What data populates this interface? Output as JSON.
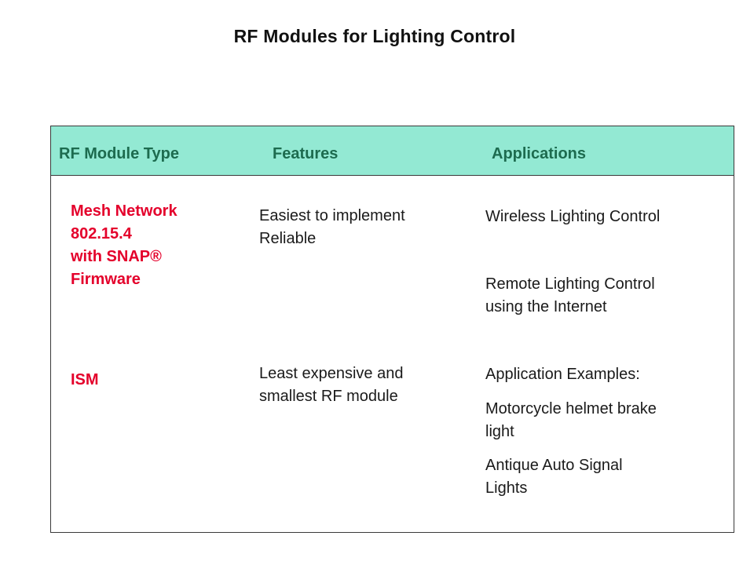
{
  "slide": {
    "title": "RF Modules for Lighting Control"
  },
  "table": {
    "headers": {
      "module_type": "RF Module Type",
      "features": "Features",
      "applications": "Applications"
    },
    "rows": [
      {
        "module_type_lines": [
          "Mesh Network",
          "802.15.4",
          "with SNAP®",
          "Firmware"
        ],
        "feature_lines": [
          "Easiest to implement",
          "Reliable"
        ],
        "applications": [
          {
            "lines": [
              "Wireless Lighting Control"
            ]
          },
          {
            "lines": [
              "Remote Lighting Control",
              "using the Internet"
            ]
          }
        ]
      },
      {
        "module_type_lines": [
          "ISM"
        ],
        "feature_lines": [
          "Least expensive and",
          "smallest RF module"
        ],
        "applications": [
          {
            "lines": [
              "Application Examples:"
            ]
          },
          {
            "lines": [
              "Motorcycle helmet brake",
              "light"
            ]
          },
          {
            "lines": [
              "Antique Auto Signal",
              "Lights"
            ]
          }
        ]
      }
    ]
  },
  "colors": {
    "header_background": "#93e9d3",
    "header_text": "#1d6b4f",
    "module_type_text": "#e4002b",
    "body_text": "#1a1a1a",
    "border": "#3a3a3a"
  }
}
